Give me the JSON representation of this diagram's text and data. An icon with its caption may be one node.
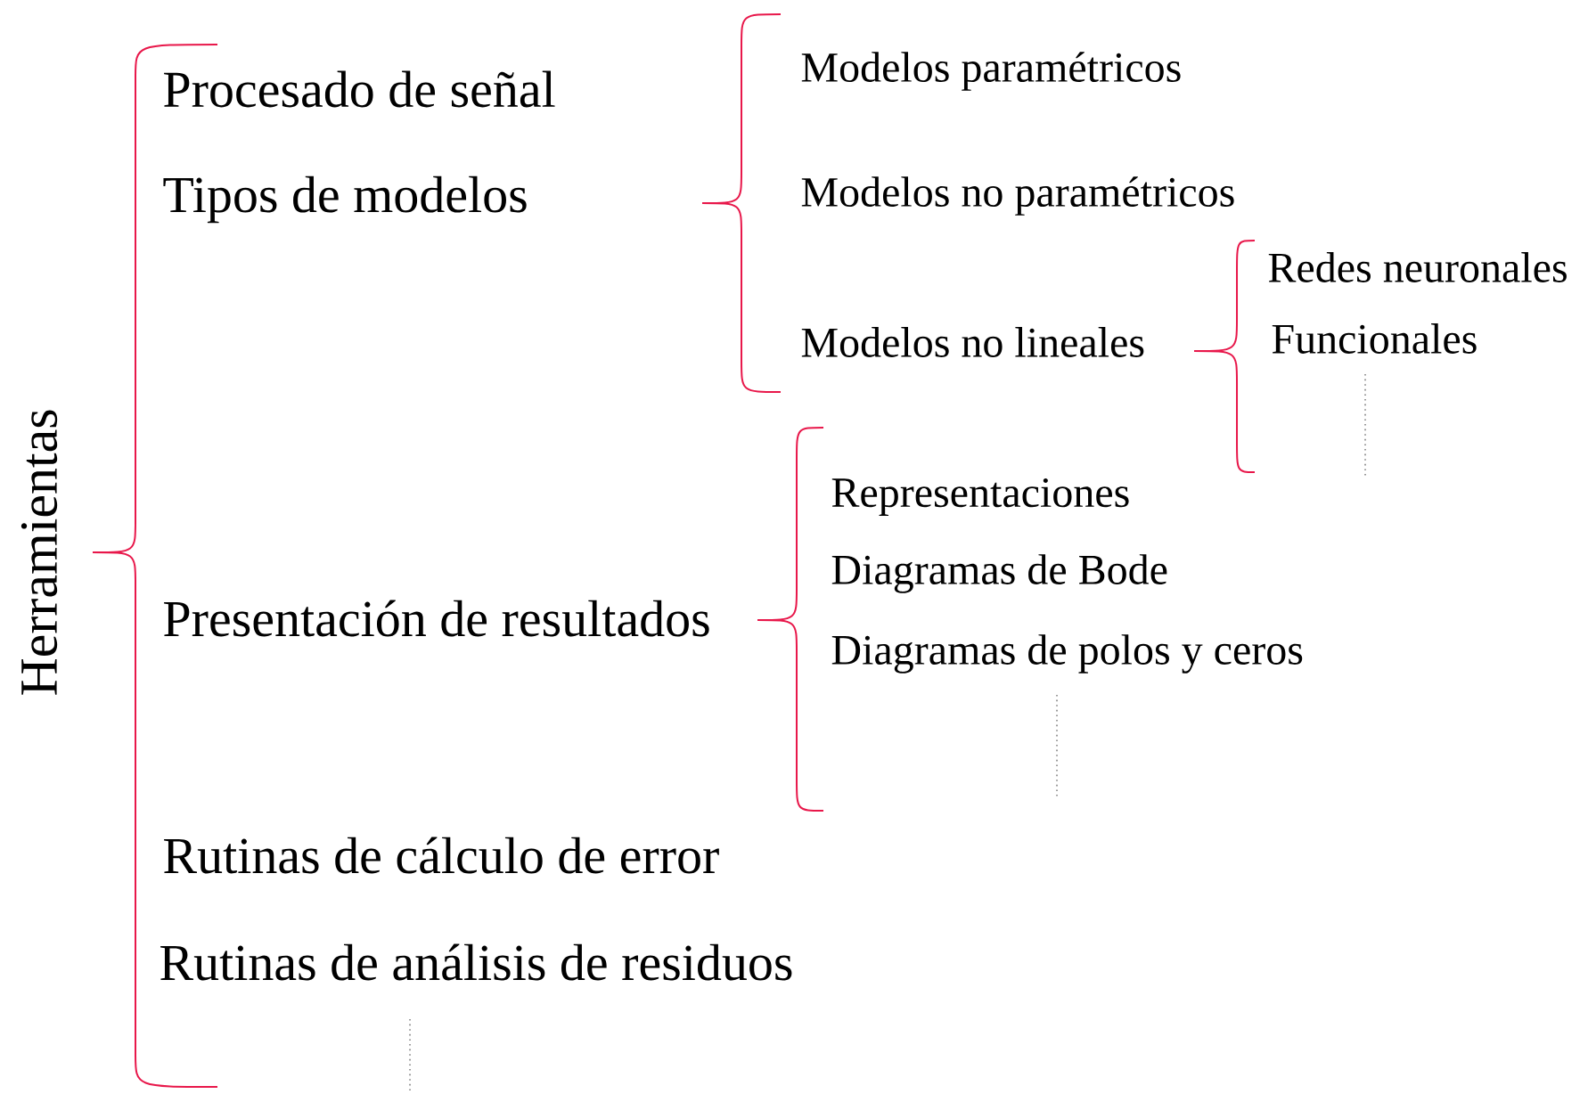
{
  "diagram": {
    "nodes": [
      {
        "text": [
          "Herramientas"
        ]
      },
      {
        "text": [
          "Procesado de señal"
        ]
      },
      {
        "text": [
          "Tipos de modelos"
        ]
      },
      {
        "text": [
          "Presentación de resultados"
        ]
      },
      {
        "text": [
          "Rutinas de cálculo de error"
        ]
      },
      {
        "text": [
          "Rutinas de análisis de residuos"
        ]
      },
      {
        "text": [
          "Modelos paramétricos"
        ]
      },
      {
        "text": [
          "Modelos no paramétricos"
        ]
      },
      {
        "text": [
          "Modelos no lineales"
        ]
      },
      {
        "text": [
          "Redes neuronales"
        ]
      },
      {
        "text": [
          "Funcionales"
        ]
      },
      {
        "text": [
          "Representaciones"
        ]
      },
      {
        "text": [
          "Diagramas de Bode"
        ]
      },
      {
        "text": [
          "Diagramas de polos y ceros"
        ]
      }
    ]
  }
}
